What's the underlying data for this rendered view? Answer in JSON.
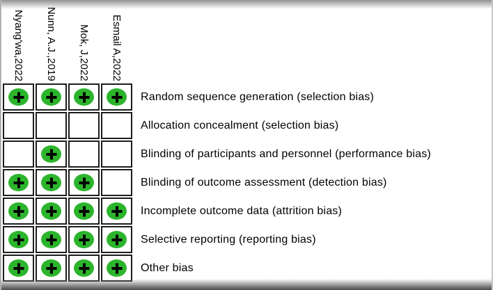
{
  "chart_data": {
    "type": "heatmap",
    "description": "Risk of bias summary grid: studies (columns) vs bias domains (rows); + = low-risk judgement marker",
    "columns": [
      "Nyang'wa,2022",
      "Nunn, A.J.,2019",
      "Mok, J,2022",
      "Esmail A,2022"
    ],
    "rows": [
      "Random sequence generation (selection bias)",
      "Allocation concealment (selection bias)",
      "Blinding of participants and personnel (performance bias)",
      "Blinding of outcome assessment (detection bias)",
      "Incomplete outcome data (attrition bias)",
      "Selective reporting (reporting bias)",
      "Other bias"
    ],
    "values": [
      [
        "+",
        "+",
        "+",
        "+"
      ],
      [
        "",
        "",
        "",
        ""
      ],
      [
        "",
        "+",
        "",
        ""
      ],
      [
        "+",
        "+",
        "+",
        ""
      ],
      [
        "+",
        "+",
        "+",
        "+"
      ],
      [
        "+",
        "+",
        "+",
        "+"
      ],
      [
        "+",
        "+",
        "+",
        "+"
      ]
    ],
    "colors": {
      "positive_fill": "#2CB52C",
      "symbol": "#000000",
      "cell_border": "#1C1C1C"
    },
    "layout": {
      "legend": "off",
      "grid": "on",
      "column_header_rotation": "vertical"
    }
  }
}
